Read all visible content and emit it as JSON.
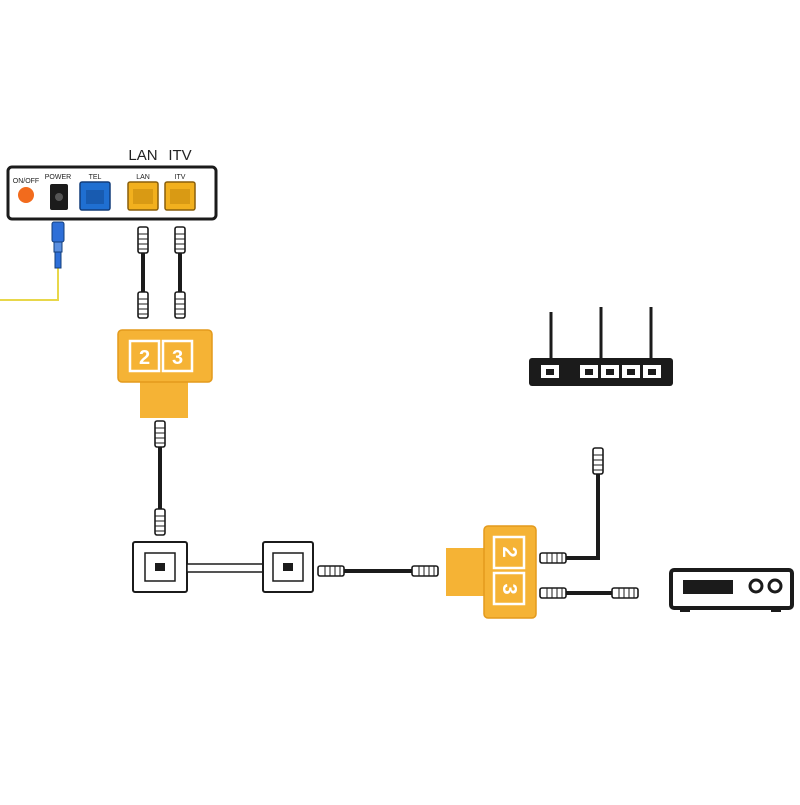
{
  "top_labels": {
    "lan": "LAN",
    "itv": "ITV"
  },
  "modem": {
    "on_off": "ON/OFF",
    "power": "POWER",
    "tel": "TEL",
    "lan": "LAN",
    "itv": "ITV"
  },
  "splitter_top": {
    "port_a": "2",
    "port_b": "3"
  },
  "splitter_bottom": {
    "port_a": "2",
    "port_b": "3"
  },
  "colors": {
    "splitter": "#F5B335",
    "splitter_outline": "#E39A1C",
    "modem_port_yellow": "#F2B01E",
    "tel_port_blue": "#1F6FD1",
    "on_off_button": "#F26B1D",
    "fiber_cable": "#E8D74A",
    "fiber_connector": "#2E6FD8",
    "cable": "#1b1b1b"
  },
  "icons": [
    "router-icon",
    "set-top-box-icon",
    "wall-jack-icon",
    "rj45-plug-icon",
    "fiber-connector-icon"
  ]
}
